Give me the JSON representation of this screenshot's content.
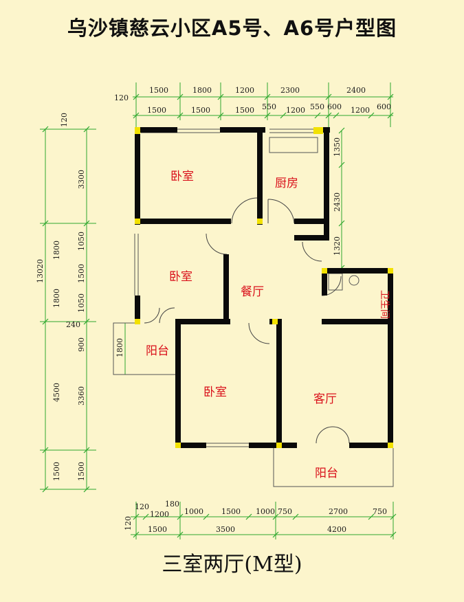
{
  "title": "乌沙镇慈云小区A5号、A6号户型图",
  "subtitle": "三室两厅(M型)",
  "rooms": {
    "bedroom_top": "卧室",
    "kitchen": "厨房",
    "bedroom_middle": "卧室",
    "dining": "餐厅",
    "bathroom": "卫生间",
    "balcony_left": "阳台",
    "bedroom_bottom": "卧室",
    "living": "客厅",
    "balcony_bottom": "阳台"
  },
  "dims_top_row1": [
    "120",
    "1500",
    "1800",
    "1200",
    "2300",
    "2400"
  ],
  "dims_top_row2": [
    "1500",
    "1500",
    "1500",
    "550",
    "1200",
    "550",
    "600",
    "1200",
    "600"
  ],
  "dims_left_outer": [
    "120",
    "3300",
    "1800",
    "1800",
    "240",
    "13020",
    "4500",
    "1500"
  ],
  "dims_left_inner": [
    "1050",
    "1500",
    "1050",
    "900",
    "3360",
    "1500",
    "1800"
  ],
  "dims_right_kitchen": [
    "1350",
    "2430",
    "1320"
  ],
  "dims_bottom_row1": [
    "120",
    "1200",
    "180",
    "1000",
    "1500",
    "1000",
    "750",
    "2700",
    "750"
  ],
  "dims_bottom_row2": [
    "120",
    "1500",
    "3500",
    "4200"
  ],
  "colors": {
    "background": "#FCF5CC",
    "wall": "#0A0A0A",
    "column": "#F2E100",
    "dimension": "#2EA82E",
    "room_label": "#D9101A",
    "text": "#111111"
  }
}
